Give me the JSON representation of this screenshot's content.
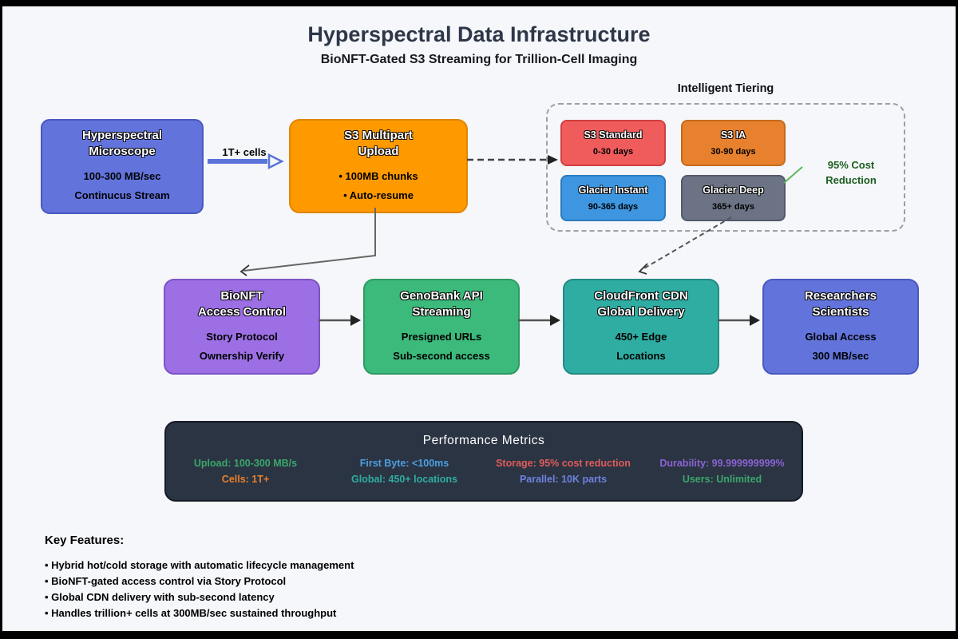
{
  "page": {
    "background": "#f6f7fa",
    "frame_color": "#000000"
  },
  "header": {
    "title": "Hyperspectral Data Infrastructure",
    "subtitle": "BioNFT-Gated S3 Streaming for Trillion-Cell Imaging"
  },
  "flow": {
    "cells_arrow_label": "1T+ cells",
    "arrow_color": "#5b74d8",
    "nodes": {
      "microscope": {
        "title": "Hyperspectral\nMicroscope",
        "lines": "100-300 MB/sec\nContinucus Stream",
        "bg": "#6274dc",
        "border": "#4a58c0"
      },
      "s3_upload": {
        "title": "S3 Multipart\nUpload",
        "lines": "• 100MB chunks\n• Auto-resume",
        "bg": "#ff9900",
        "border": "#e08600"
      },
      "bionft": {
        "title": "BioNFT\nAccess Control",
        "lines": "Story Protocol\nOwnership Verify",
        "bg": "#9c6fe4",
        "border": "#7d54c4"
      },
      "genobank": {
        "title": "GenoBank API\nStreaming",
        "lines": "Presigned URLs\nSub-second access",
        "bg": "#3cba7c",
        "border": "#2d9a62"
      },
      "cloudfront": {
        "title": "CloudFront CDN\nGlobal Delivery",
        "lines": "450+ Edge\nLocations",
        "bg": "#2fada3",
        "border": "#238a82"
      },
      "researchers": {
        "title": "Researchers\nScientists",
        "lines": "Global Access\n300 MB/sec",
        "bg": "#6274dc",
        "border": "#4a58c0"
      }
    }
  },
  "tiering": {
    "label": "Intelligent Tiering",
    "tiers": {
      "s3_standard": {
        "title": "S3 Standard",
        "sub": "0-30 days",
        "bg": "#f05c5c",
        "border": "#d04040"
      },
      "s3_ia": {
        "title": "S3 IA",
        "sub": "30-90 days",
        "bg": "#e8812d",
        "border": "#c66a1e"
      },
      "glacier_instant": {
        "title": "Glacier Instant",
        "sub": "90-365 days",
        "bg": "#3d96df",
        "border": "#2c7bbd"
      },
      "glacier_deep": {
        "title": "Glacier Deep",
        "sub": "365+ days",
        "bg": "#6b7384",
        "border": "#525a6b"
      }
    },
    "cost_note": "95% Cost\nReduction",
    "cost_note_color": "#1b5e20",
    "connector_color": "#5cb85c"
  },
  "metrics": {
    "title": "Performance Metrics",
    "bg": "#2b3442",
    "items": [
      {
        "text": "Upload: 100-300 MB/s",
        "color": "#3aa76d"
      },
      {
        "text": "First Byte: <100ms",
        "color": "#4d9fe0"
      },
      {
        "text": "Storage: 95% cost reduction",
        "color": "#e05c5c"
      },
      {
        "text": "Durability: 99.999999999%",
        "color": "#8a63d2"
      },
      {
        "text": "Cells: 1T+",
        "color": "#e8812d"
      },
      {
        "text": "Global: 450+ locations",
        "color": "#2fada3"
      },
      {
        "text": "Parallel: 10K parts",
        "color": "#6e82e0"
      },
      {
        "text": "Users: Unlimited",
        "color": "#3aa76d"
      }
    ]
  },
  "key_features": {
    "heading": "Key Features:",
    "items": [
      "• Hybrid hot/cold storage with automatic lifecycle management",
      "• BioNFT-gated access control via Story Protocol",
      "• Global CDN delivery with sub-second latency",
      "• Handles trillion+ cells at 300MB/sec sustained throughput"
    ]
  }
}
